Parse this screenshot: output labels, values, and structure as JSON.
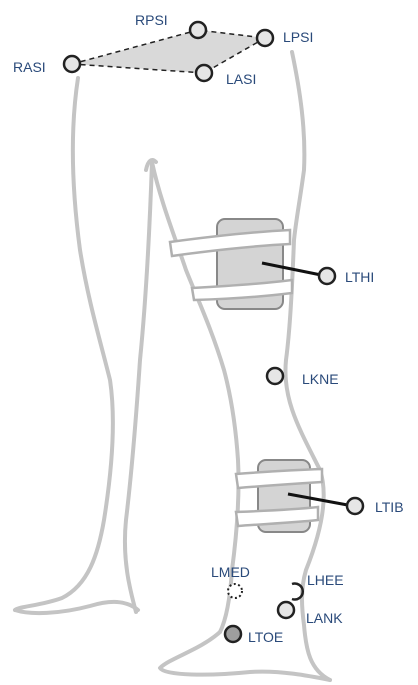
{
  "colors": {
    "label": "#2a4a7a",
    "outline": "#c4c4c4",
    "marker_stroke": "#222222",
    "marker_fill": "#d0d0d0",
    "pelvis_fill": "#d9d9d9",
    "wand": "#111111"
  },
  "markers": [
    {
      "id": "rpsi",
      "label": "RPSI",
      "type": "open"
    },
    {
      "id": "lpsi",
      "label": "LPSI",
      "type": "open"
    },
    {
      "id": "rasi",
      "label": "RASI",
      "type": "open"
    },
    {
      "id": "lasi",
      "label": "LASI",
      "type": "open"
    },
    {
      "id": "lthi",
      "label": "LTHI",
      "type": "wand"
    },
    {
      "id": "lkne",
      "label": "LKNE",
      "type": "open"
    },
    {
      "id": "ltib",
      "label": "LTIB",
      "type": "wand"
    },
    {
      "id": "lmed",
      "label": "LMED",
      "type": "hidden"
    },
    {
      "id": "lhee",
      "label": "LHEE",
      "type": "heel"
    },
    {
      "id": "lank",
      "label": "LANK",
      "type": "open"
    },
    {
      "id": "ltoe",
      "label": "LTOE",
      "type": "filled"
    }
  ]
}
